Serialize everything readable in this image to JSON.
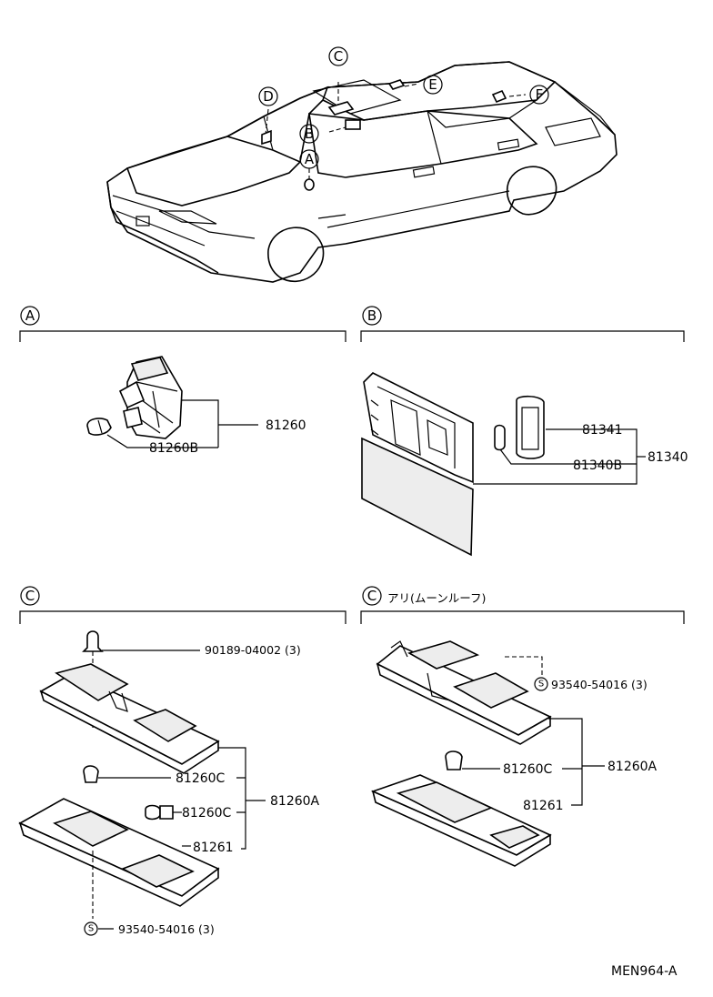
{
  "car_overview": {
    "markers": [
      "A",
      "B",
      "C",
      "D",
      "E",
      "F"
    ]
  },
  "sections": {
    "a": {
      "letter": "A",
      "parts": {
        "main": "81260",
        "sub": "81260B"
      }
    },
    "b": {
      "letter": "B",
      "parts": {
        "lens": "81341",
        "bulb": "81340B",
        "assembly": "81340"
      }
    },
    "c_left": {
      "letter": "C",
      "parts": {
        "clip": "90189-04002 (3)",
        "bulb_1": "81260C",
        "bulb_2": "81260C",
        "assembly": "81260A",
        "lens": "81261",
        "screw_symbol": "S",
        "screw": "93540-54016 (3)"
      }
    },
    "c_right": {
      "letter": "C",
      "caption": "アリ(ムーンルーフ)",
      "parts": {
        "screw_symbol": "S",
        "screw": "93540-54016 (3)",
        "bulb": "81260C",
        "assembly": "81260A",
        "lens": "81261"
      }
    }
  },
  "figure_code": "MEN964-A"
}
